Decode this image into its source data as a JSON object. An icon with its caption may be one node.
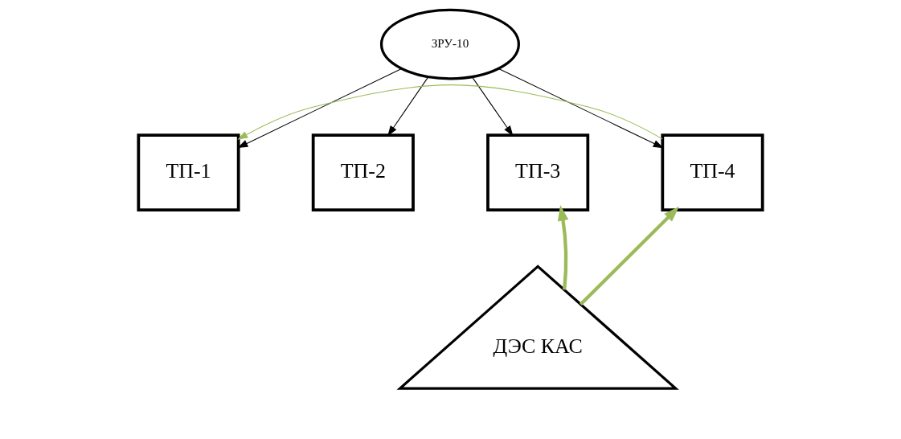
{
  "diagram": {
    "nodes": [
      {
        "text": [
          "ЗРУ-10"
        ]
      },
      {
        "text": [
          "ТП-1"
        ]
      },
      {
        "text": [
          "ТП-2"
        ]
      },
      {
        "text": [
          "ТП-3"
        ]
      },
      {
        "text": [
          "ТП-4"
        ]
      },
      {
        "text": [
          "ДЭС КАС"
        ]
      }
    ],
    "edges": [
      {
        "from": 0,
        "to": 1,
        "arrow": "to"
      },
      {
        "from": 0,
        "to": 2,
        "arrow": "to"
      },
      {
        "from": 0,
        "to": 3,
        "arrow": "to"
      },
      {
        "from": 0,
        "to": 4,
        "arrow": "to"
      },
      {
        "from": 5,
        "to": 3,
        "arrow": "to",
        "style": "thick",
        "color": "#9bbb59"
      },
      {
        "from": 5,
        "to": 4,
        "arrow": "to",
        "style": "thick",
        "color": "#9bbb59"
      },
      {
        "from": 4,
        "to": 1,
        "arrow": "to",
        "color": "#9bbb59"
      }
    ]
  }
}
